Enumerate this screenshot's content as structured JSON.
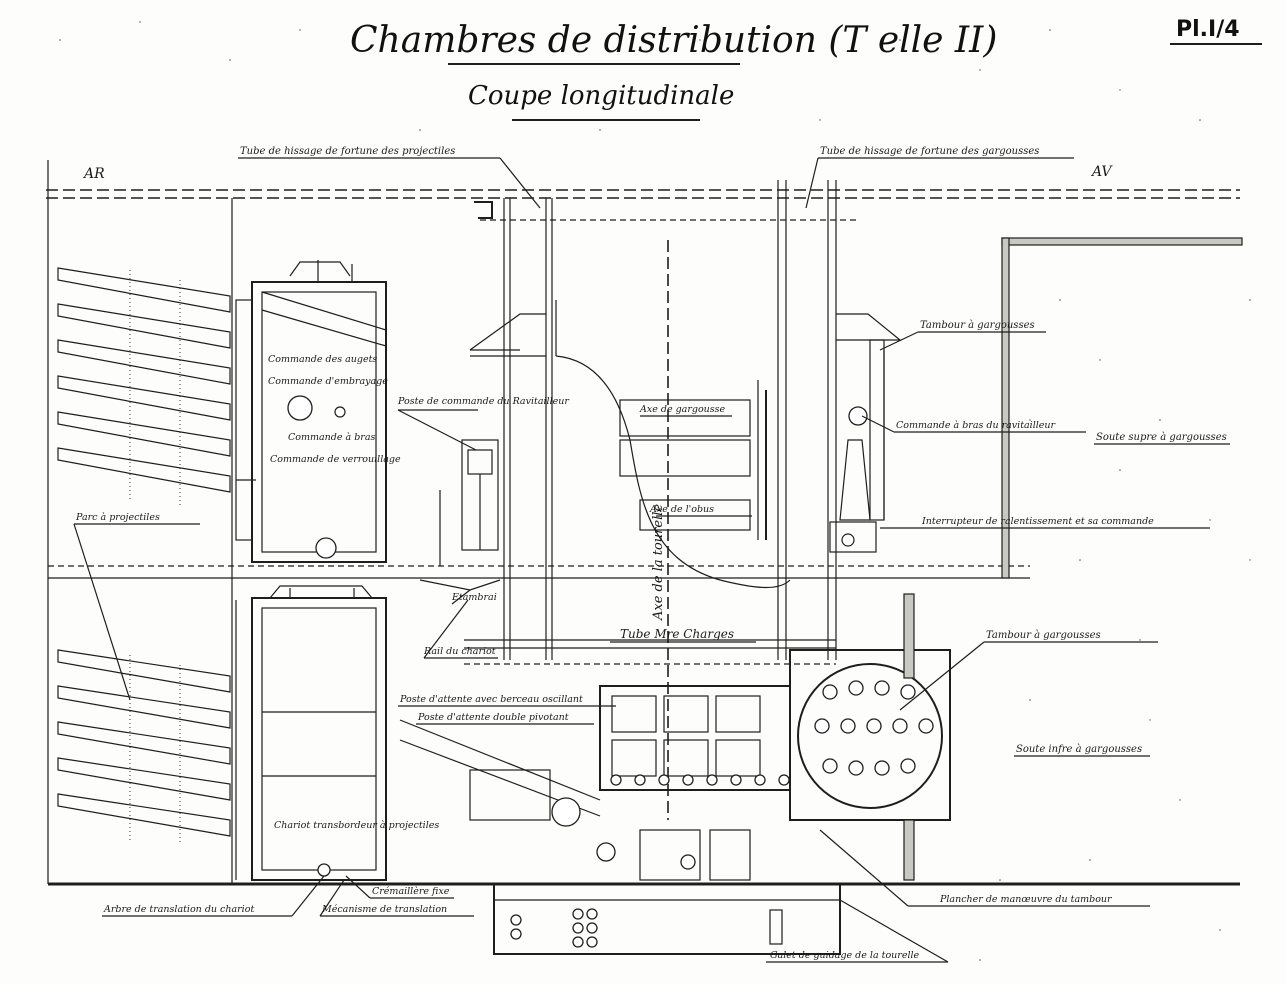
{
  "header": {
    "title": "Chambres de distribution (T elle II)",
    "subtitle": "Coupe longitudinale",
    "plate_number": "Pl.I/4"
  },
  "orientation": {
    "rear": "AR",
    "front": "AV"
  },
  "labels": {
    "tube_projectiles": "Tube de hissage de fortune des projectiles",
    "tube_gargousses": "Tube de hissage de fortune des gargousses",
    "tambour_gargousses_top": "Tambour à gargousses",
    "axe_gargousse": "Axe de gargousse",
    "commande_bras": "Commande à bras du ravitailleur",
    "soute_sup": "Soute supre à gargousses",
    "axe_obus": "Axe de l'obus",
    "interrupteur": "Interrupteur de ralentissement et sa commande",
    "axe_tourelle": "Axe de la tourelle",
    "commande_augets": "Commande des augets",
    "commande_embrayage": "Commande d'embrayage",
    "poste_commande": "Poste de commande du Ravitailleur",
    "commande_bras2": "Commande à bras",
    "commande_verrouillage": "Commande de verrouillage",
    "parc_projectiles": "Parc à projectiles",
    "etambrai": "Etambrai",
    "tube_charges": "Tube Mre Charges",
    "tambour_gargousses_mid": "Tambour à gargousses",
    "rail_chariot": "Rail du chariot",
    "poste_attente_berceau": "Poste d'attente avec berceau oscillant",
    "poste_attente_double": "Poste d'attente double pivotant",
    "soute_inf": "Soute infre à gargousses",
    "chariot_transbordeur": "Chariot transbordeur à projectiles",
    "cremaillere": "Crémaillère fixe",
    "plancher": "Plancher de manœuvre du tambour",
    "arbre_translation": "Arbre de translation du chariot",
    "mecanisme_translation": "Mécanisme de translation",
    "galet": "Galet de guidage de la tourelle"
  }
}
